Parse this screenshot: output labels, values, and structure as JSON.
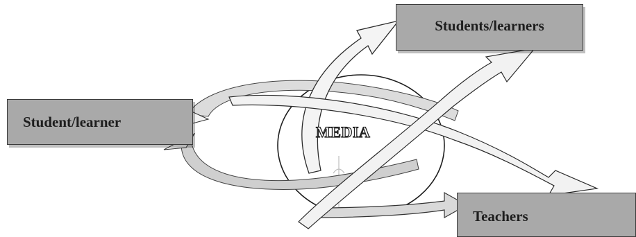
{
  "diagram": {
    "center_label": "MEDIA",
    "nodes": {
      "source": "Student/learner",
      "students": "Students/learners",
      "teachers": "Teachers"
    },
    "colors": {
      "box_fill": "#a9a9a9",
      "arrow_fill": "#f2f2f2",
      "arrow_gray": "#c4c4c4",
      "outline": "#222222"
    }
  }
}
